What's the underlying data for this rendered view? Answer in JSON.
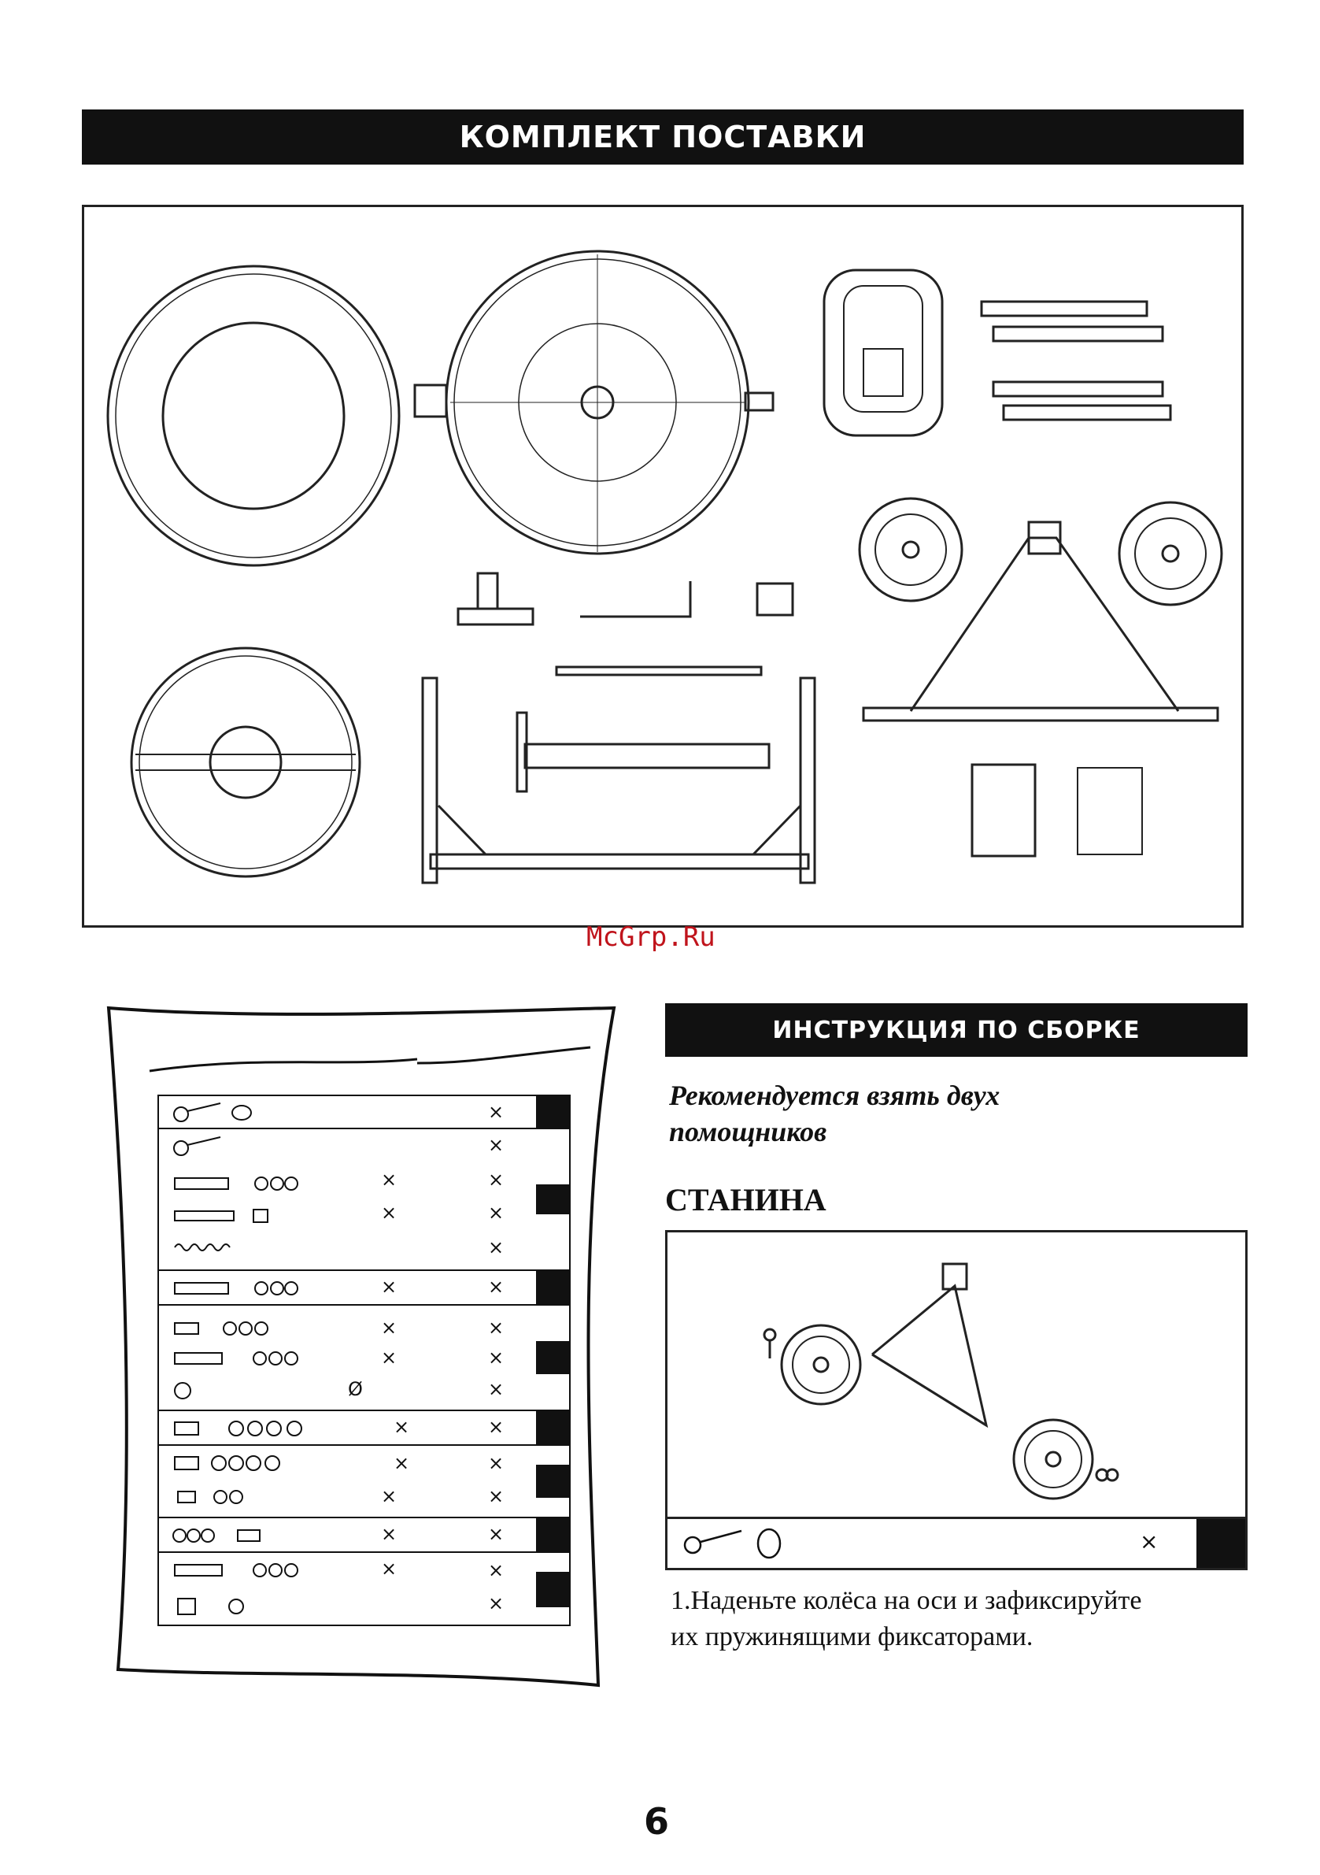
{
  "header": {
    "title": "КОМПЛЕКТ ПОСТАВКИ"
  },
  "watermark": "McGrp.Ru",
  "assembly": {
    "title": "ИНСТРУКЦИЯ ПО СБОРКЕ",
    "recommendation_line1": "Рекомендуется взять двух",
    "recommendation_line2": "помощников",
    "section_title": "СТАНИНА",
    "hardware_qty_mark": "×",
    "step1_line1": "1.Наденьте колёса на оси и зафиксируйте",
    "step1_line2": "их пружинящими фиксаторами."
  },
  "parts_table": {
    "times": "×",
    "diameter": "Ø"
  },
  "page_number": "6"
}
